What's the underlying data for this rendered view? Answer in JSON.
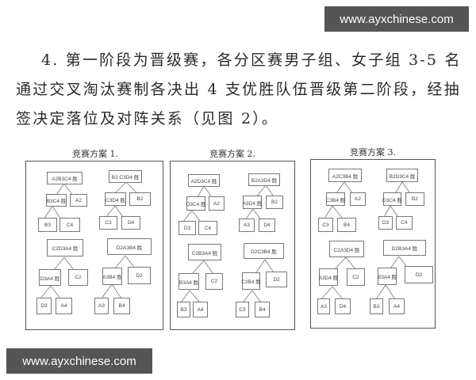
{
  "watermark": {
    "top": "www.ayxchinese.com",
    "bottom": "www.ayxchinese.com"
  },
  "paragraph": {
    "lines": [
      "4. 第一阶段为晋级赛，各分区赛男子组、女子组 3-5 名",
      "通过交叉淘汰赛制各决出 4 支优胜队伍晋级第二阶段，经抽",
      "签决定落位及对阵关系（见图 2）。"
    ]
  },
  "schemes": [
    {
      "title": "竞赛方案 1.",
      "brackets": [
        {
          "root": "A2B3C4 胜",
          "mid": "B3C4 胜",
          "bye": "A2",
          "leaves": [
            "B3",
            "C4"
          ]
        },
        {
          "root": "B2 C3D4 胜",
          "mid": "C3D4 胜",
          "bye": "B2",
          "leaves": [
            "C3",
            "D4"
          ]
        },
        {
          "root": "C2D3A4 胜",
          "mid": "D3A4 胜",
          "bye": "C2",
          "leaves": [
            "D3",
            "A4"
          ]
        },
        {
          "root": "D2A3B4 胜",
          "mid": "A3B4 胜",
          "bye": "D2",
          "leaves": [
            "A3",
            "B4"
          ]
        }
      ]
    },
    {
      "title": "竞赛方案 2.",
      "brackets": [
        {
          "root": "A2D3C4 胜",
          "mid": "D3C4 胜",
          "bye": "A2",
          "leaves": [
            "D3",
            "C4"
          ]
        },
        {
          "root": "B2A3D4 胜",
          "mid": "A3D4 胜",
          "bye": "B2",
          "leaves": [
            "A3",
            "D4"
          ]
        },
        {
          "root": "C2B3A4 胜",
          "mid": "B3A4 胜",
          "bye": "C2",
          "leaves": [
            "B3",
            "A4"
          ]
        },
        {
          "root": "D2C3B4 胜",
          "mid": "C3B4 胜",
          "bye": "D2",
          "leaves": [
            "C3",
            "B4"
          ]
        }
      ]
    },
    {
      "title": "竞赛方案 3.",
      "brackets": [
        {
          "root": "A2C3B4 胜",
          "mid": "C3B4 胜",
          "bye": "A2",
          "leaves": [
            "C3",
            "B4"
          ]
        },
        {
          "root": "B2D3C4 胜",
          "mid": "D3C4 胜",
          "bye": "B2",
          "leaves": [
            "D3",
            "C4"
          ]
        },
        {
          "root": "C2A3D4 胜",
          "mid": "A3D4 胜",
          "bye": "C2",
          "leaves": [
            "A3",
            "D4"
          ]
        },
        {
          "root": "D2B3A4 胜",
          "mid": "B3A4 胜",
          "bye": "D2",
          "leaves": [
            "B3",
            "A4"
          ]
        }
      ]
    }
  ]
}
